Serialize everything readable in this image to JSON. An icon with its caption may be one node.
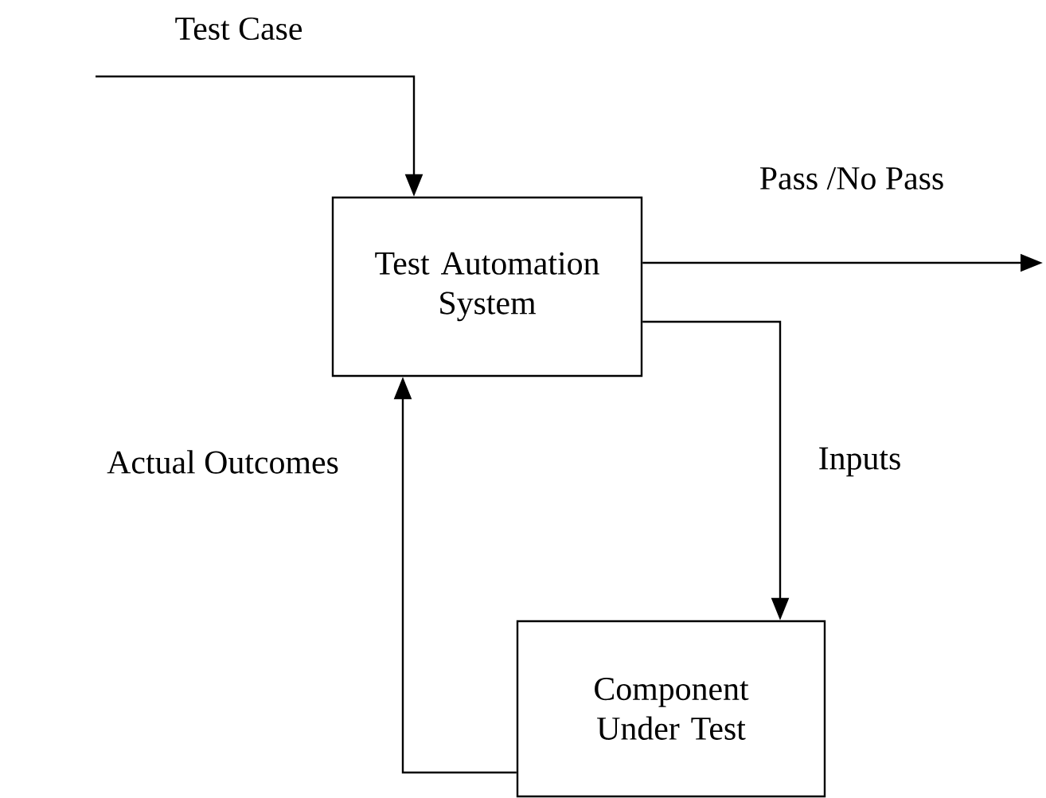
{
  "diagram": {
    "nodes": [
      {
        "text": [
          "Test Automation System"
        ]
      },
      {
        "text": [
          "Component Under Test"
        ]
      }
    ],
    "edges": [
      {
        "from": null,
        "to": 0,
        "arrow": "to",
        "label": "Test Case"
      },
      {
        "from": 0,
        "to": null,
        "arrow": "to",
        "label": "Pass /No Pass"
      },
      {
        "from": 0,
        "to": 1,
        "arrow": "to",
        "label": "Inputs"
      },
      {
        "from": 1,
        "to": 0,
        "arrow": "to",
        "label": "Actual Outcomes"
      }
    ]
  }
}
